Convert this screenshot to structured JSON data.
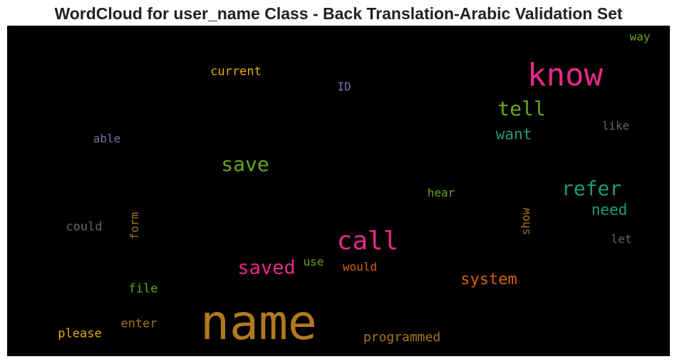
{
  "chart_data": {
    "type": "wordcloud",
    "title": "WordCloud for user_name Class - Back Translation-Arabic Validation Set",
    "background": "#000000",
    "words": [
      {
        "text": "name",
        "color": "#b07a22",
        "orientation": "horizontal"
      },
      {
        "text": "know",
        "color": "#e7298a",
        "orientation": "horizontal"
      },
      {
        "text": "call",
        "color": "#e7298a",
        "orientation": "horizontal"
      },
      {
        "text": "tell",
        "color": "#66a61e",
        "orientation": "horizontal"
      },
      {
        "text": "save",
        "color": "#66a61e",
        "orientation": "horizontal"
      },
      {
        "text": "refer",
        "color": "#1b9e77",
        "orientation": "horizontal"
      },
      {
        "text": "saved",
        "color": "#e7298a",
        "orientation": "horizontal"
      },
      {
        "text": "system",
        "color": "#d95f02",
        "orientation": "horizontal"
      },
      {
        "text": "want",
        "color": "#1b9e77",
        "orientation": "horizontal"
      },
      {
        "text": "need",
        "color": "#1b9e77",
        "orientation": "horizontal"
      },
      {
        "text": "current",
        "color": "#e6ab02",
        "orientation": "horizontal"
      },
      {
        "text": "programmed",
        "color": "#a6761d",
        "orientation": "horizontal"
      },
      {
        "text": "please",
        "color": "#e6ab02",
        "orientation": "horizontal"
      },
      {
        "text": "enter",
        "color": "#a6761d",
        "orientation": "horizontal"
      },
      {
        "text": "file",
        "color": "#66a61e",
        "orientation": "horizontal"
      },
      {
        "text": "would",
        "color": "#d95f02",
        "orientation": "horizontal"
      },
      {
        "text": "use",
        "color": "#66a61e",
        "orientation": "horizontal"
      },
      {
        "text": "hear",
        "color": "#66a61e",
        "orientation": "horizontal"
      },
      {
        "text": "could",
        "color": "#666666",
        "orientation": "horizontal"
      },
      {
        "text": "form",
        "color": "#a6761d",
        "orientation": "vertical"
      },
      {
        "text": "show",
        "color": "#a6761d",
        "orientation": "vertical"
      },
      {
        "text": "let",
        "color": "#666666",
        "orientation": "horizontal"
      },
      {
        "text": "like",
        "color": "#666666",
        "orientation": "horizontal"
      },
      {
        "text": "able",
        "color": "#7570b3",
        "orientation": "horizontal"
      },
      {
        "text": "ID",
        "color": "#7570b3",
        "orientation": "horizontal"
      },
      {
        "text": "way",
        "color": "#66a61e",
        "orientation": "horizontal"
      }
    ]
  }
}
